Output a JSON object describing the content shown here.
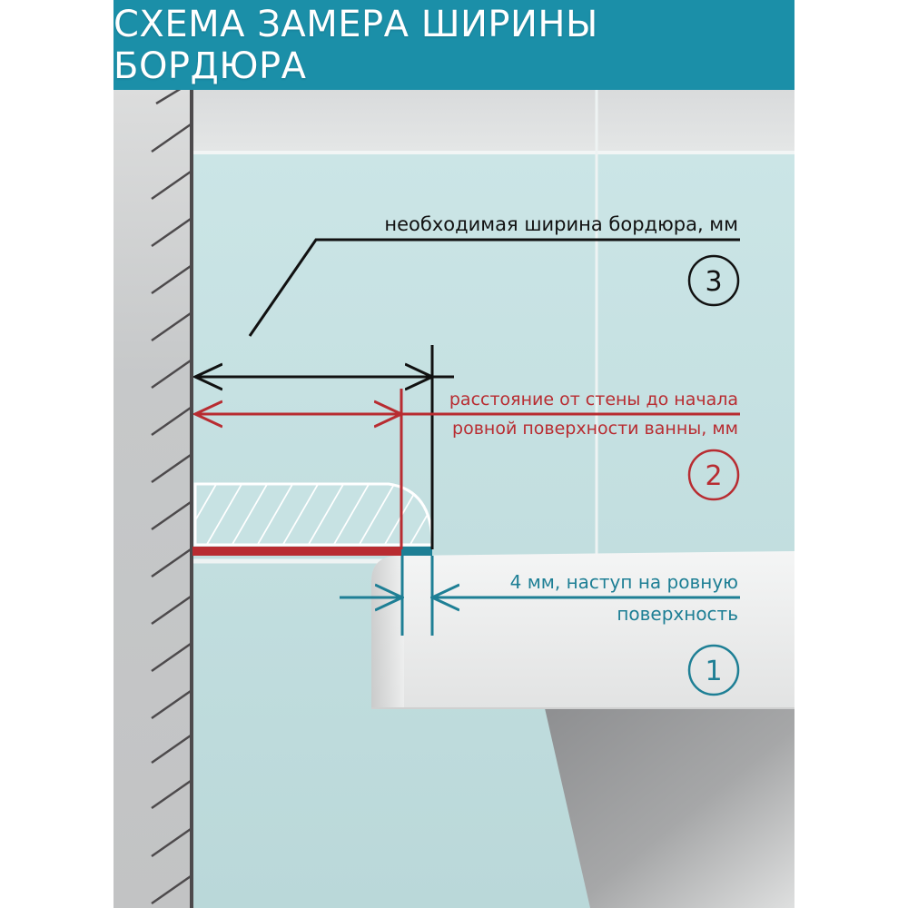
{
  "header": {
    "title": "СХЕМА ЗАМЕРА ШИРИНЫ БОРДЮРА",
    "background": "#1b8fa8"
  },
  "colors": {
    "wall_gray": "#c4c6c7",
    "wall_line": "#4d4a4c",
    "tile": "#bedcdd",
    "grout": "#eef3f3",
    "tub_white": "#e6e7e7",
    "black": "#111111",
    "red": "#b82c31",
    "teal": "#1e7f95"
  },
  "annotations": [
    {
      "number": "3",
      "color": "#111111",
      "lines": [
        "необходимая ширина бордюра, мм"
      ],
      "meaning": "required border width"
    },
    {
      "number": "2",
      "color": "#b82c31",
      "lines": [
        "расстояние от стены до начала",
        "ровной поверхности ванны, мм"
      ],
      "meaning": "distance from wall to flat bath surface"
    },
    {
      "number": "1",
      "color": "#1e7f95",
      "lines": [
        "4 мм, наступ на ровную",
        "поверхность"
      ],
      "meaning": "4 mm overlap onto flat surface"
    }
  ]
}
